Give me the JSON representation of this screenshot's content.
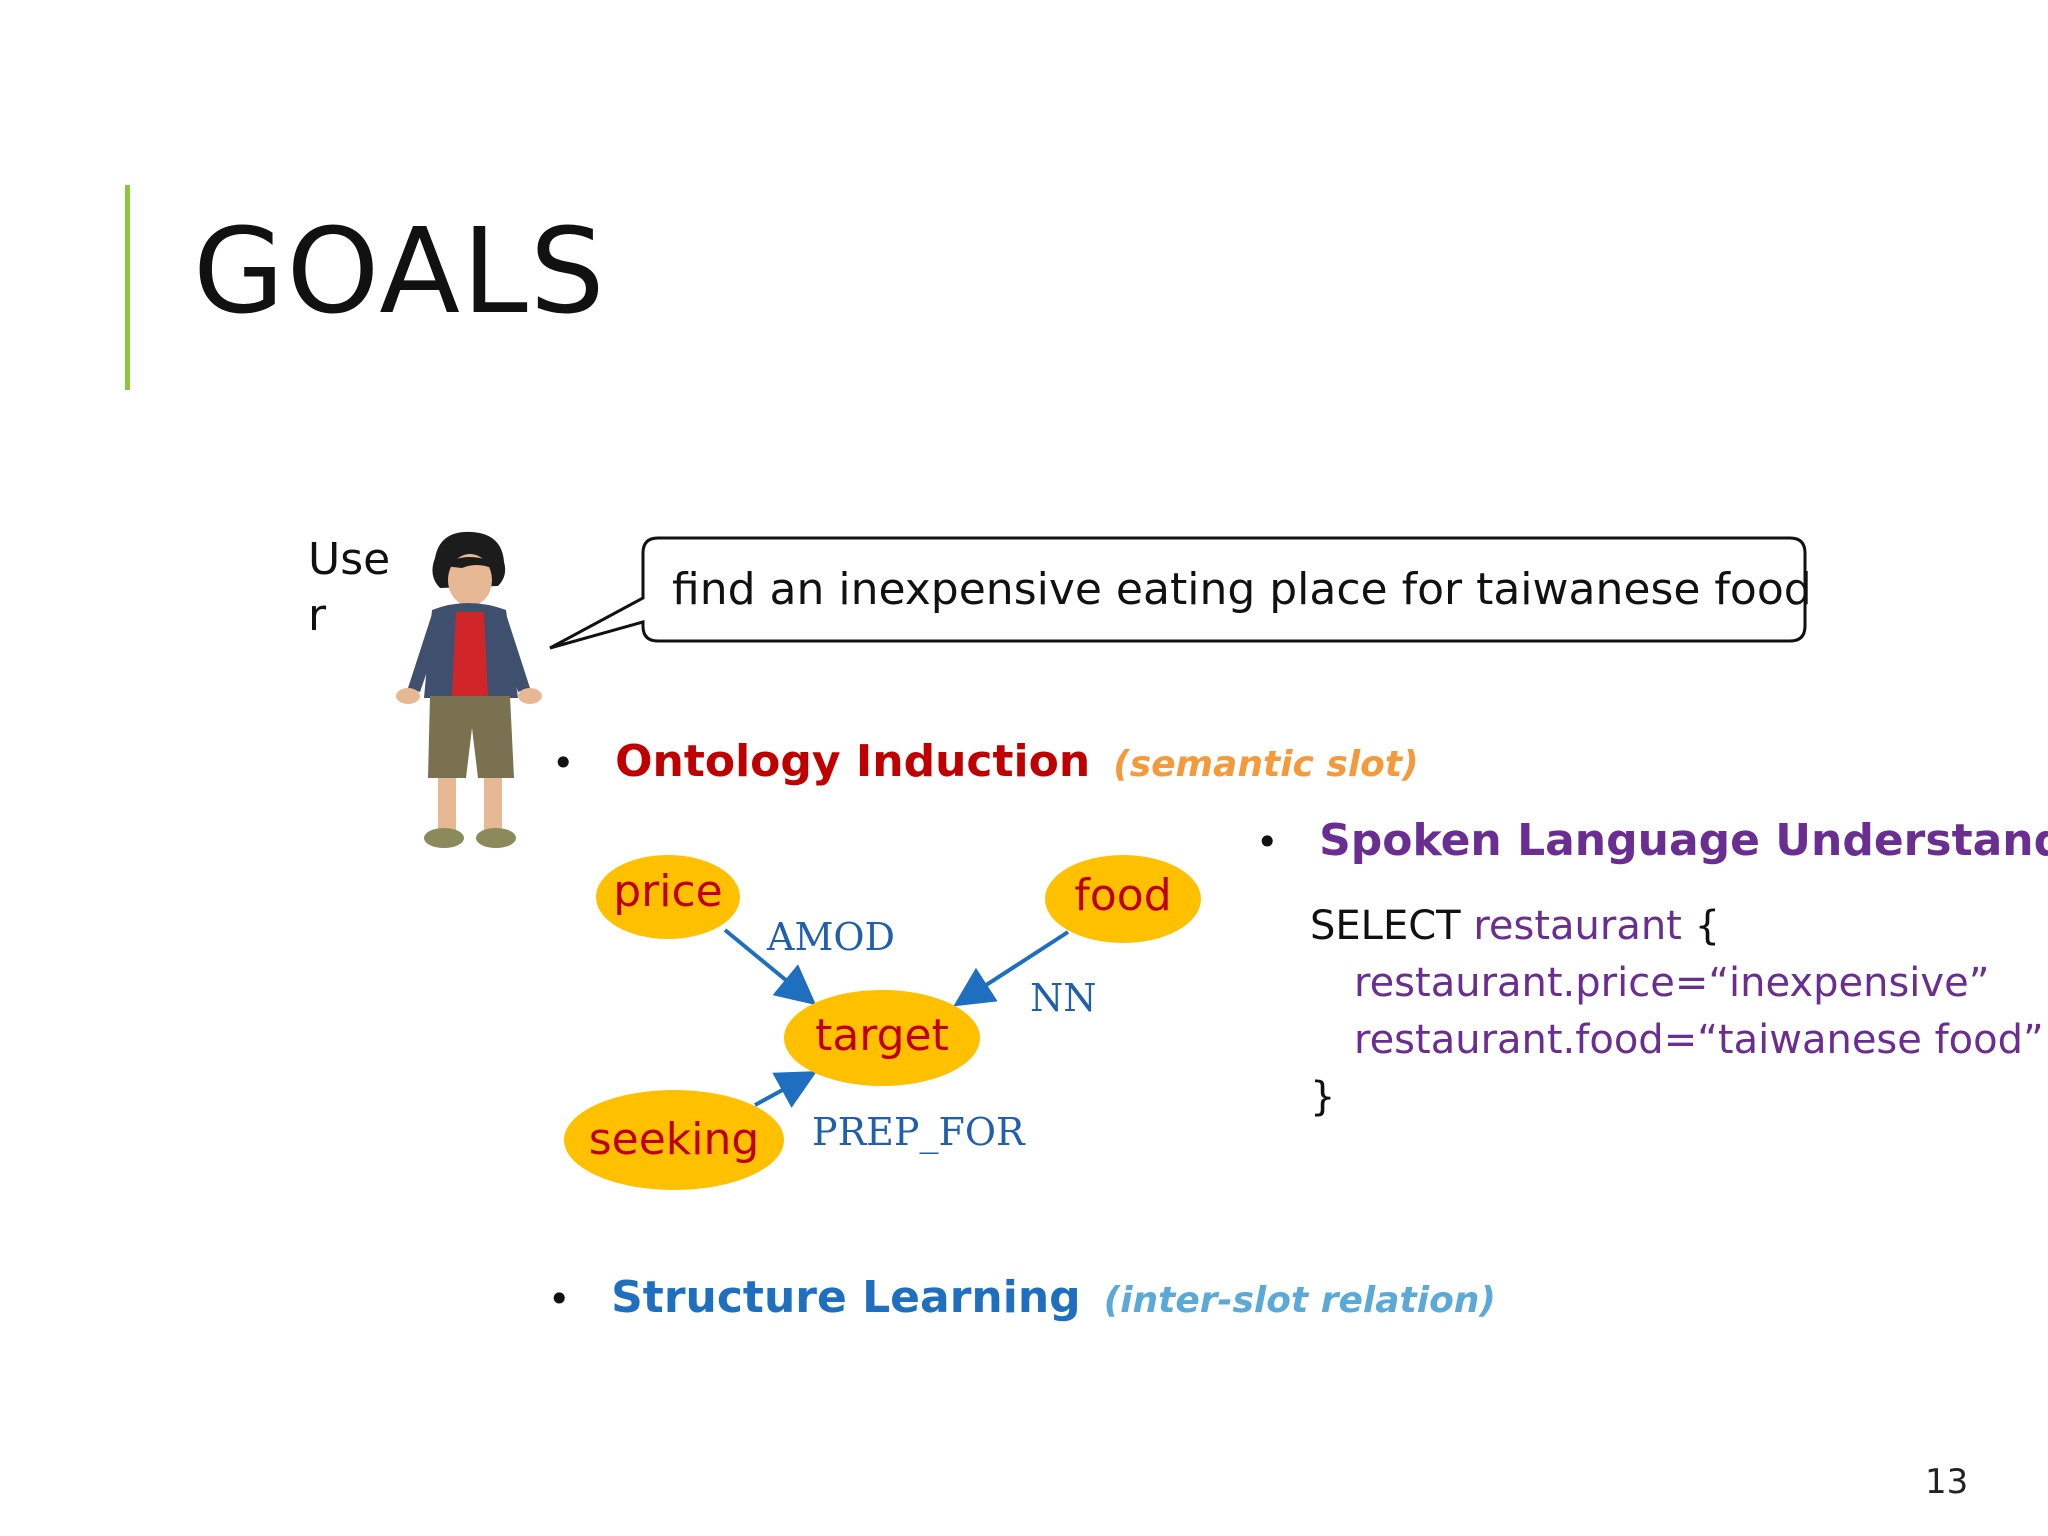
{
  "slide": {
    "title": "GOALS",
    "page_number": "13"
  },
  "colors": {
    "accent_bar": "#8cc63f",
    "node_fill": "#ffc000",
    "node_text": "#c00000",
    "edge_color": "#1f6fc0",
    "ontology": "#c00000",
    "semantic_slot": "#f59a3a",
    "slu": "#6a2d91",
    "structure": "#1f6fc0",
    "inter_slot": "#5aa9d6"
  },
  "user": {
    "label": "User"
  },
  "speech": {
    "text": "find an inexpensive eating place for taiwanese food"
  },
  "bullets": {
    "ontology": {
      "dot": "•",
      "label": "Ontology Induction",
      "note": "(semantic slot)"
    },
    "slu": {
      "dot": "•",
      "label": "Spoken Language Understanding"
    },
    "structure": {
      "dot": "•",
      "label": "Structure Learning",
      "note": "(inter-slot relation)"
    }
  },
  "graph": {
    "nodes": {
      "price": "price",
      "food": "food",
      "target": "target",
      "seeking": "seeking"
    },
    "edges": {
      "amod": "AMOD",
      "nn": "NN",
      "prep_for": "PREP_FOR"
    }
  },
  "sql": {
    "select_keyword": "SELECT",
    "entity": "restaurant",
    "open_brace": "{",
    "line1": "restaurant.price=“inexpensive”",
    "line2": "restaurant.food=“taiwanese food”",
    "close_brace": "}"
  }
}
